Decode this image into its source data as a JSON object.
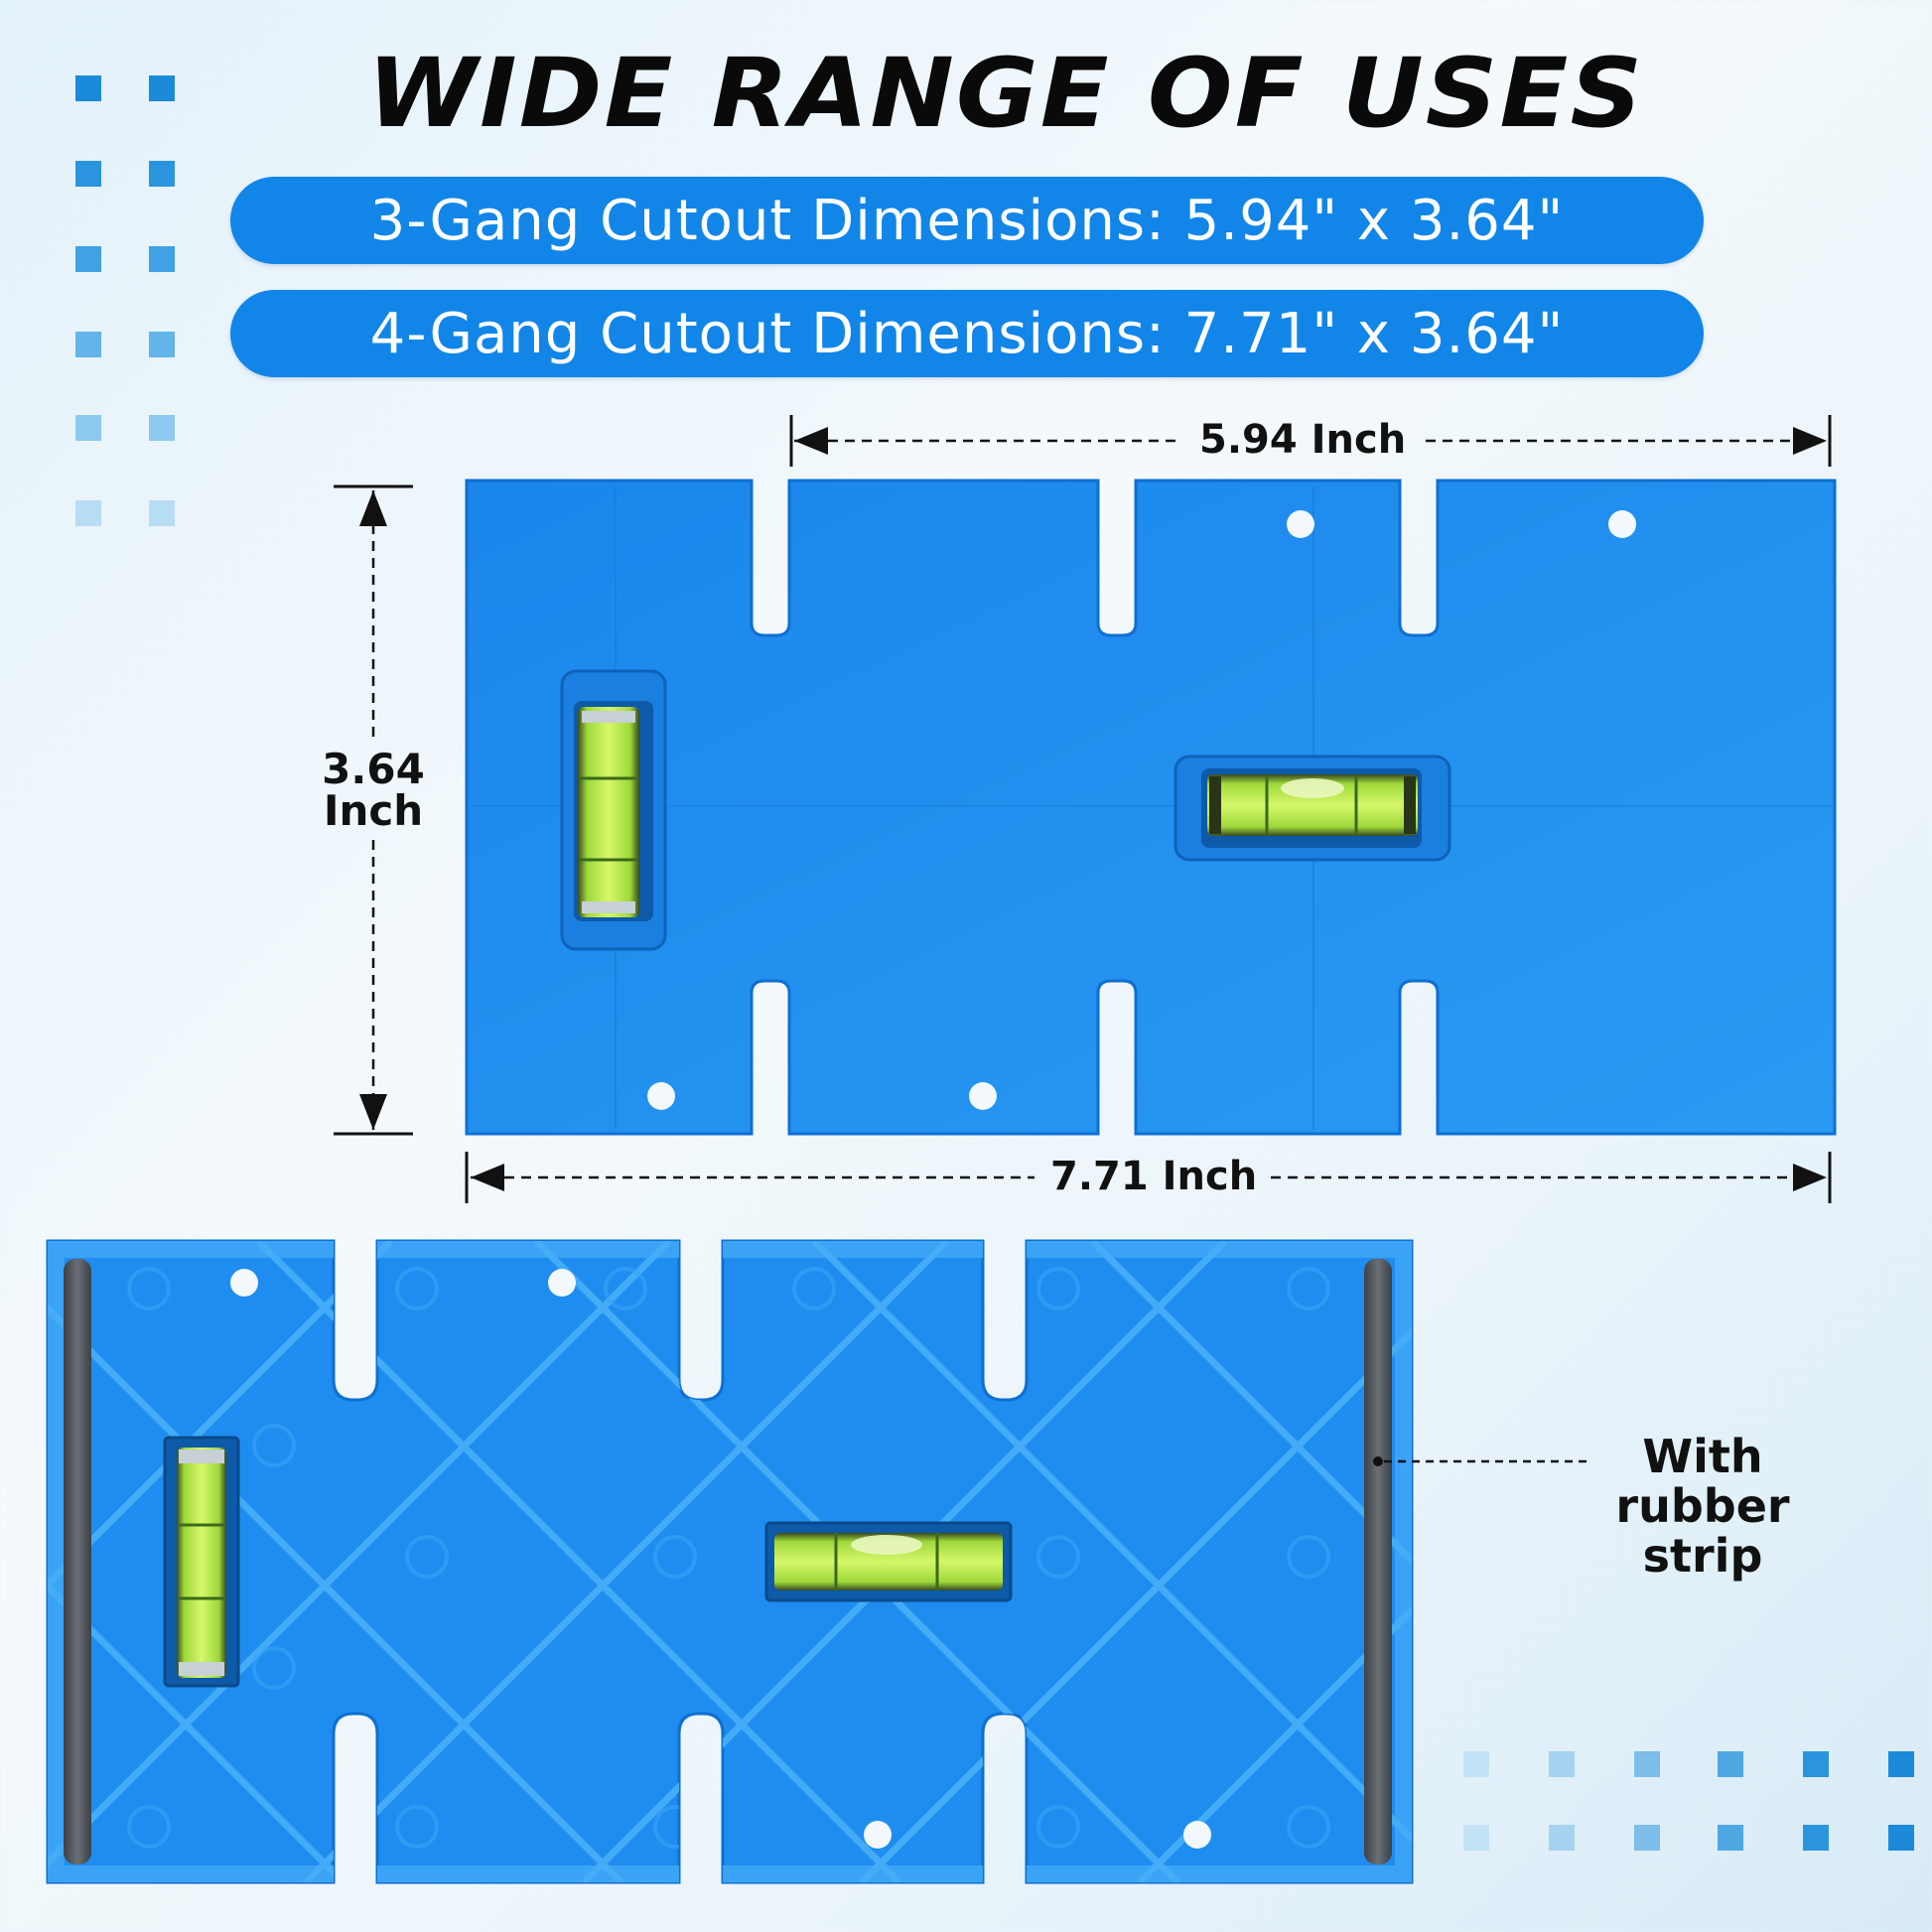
{
  "title": "WIDE RANGE OF USES",
  "pills": [
    "3-Gang Cutout Dimensions: 5.94\" x 3.64\"",
    "4-Gang Cutout Dimensions: 7.71\" x 3.64\""
  ],
  "dimensions": {
    "top_width": "5.94 Inch",
    "height_value": "3.64",
    "height_unit": "Inch",
    "bottom_width": "7.71 Inch"
  },
  "callout": {
    "line1": "With",
    "line2": "rubber strip"
  },
  "colors": {
    "accent": "#1285e8",
    "template_blue": "#1e8ef0",
    "level_green": "#b8e84a",
    "rubber_strip": "#5a5f66"
  }
}
